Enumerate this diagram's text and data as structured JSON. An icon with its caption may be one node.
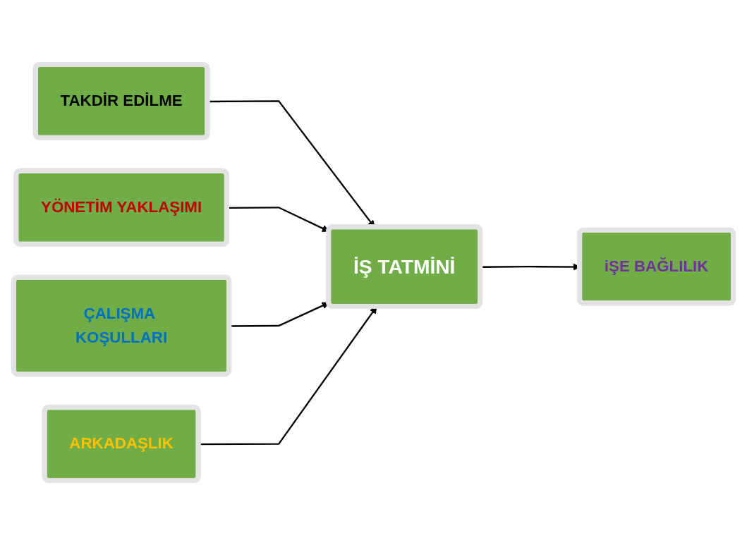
{
  "diagram": {
    "nodes": [
      {
        "text": [
          "TAKDİR EDİLME"
        ]
      },
      {
        "text": [
          "YÖNETİM YAKLAŞIMI"
        ]
      },
      {
        "text": [
          "ÇALIŞMA KOŞULLARI"
        ]
      },
      {
        "text": [
          "ARKADAŞLIK"
        ]
      },
      {
        "text": [
          "İŞ TATMİNİ"
        ]
      },
      {
        "text": [
          "iŞE BAĞLILIK"
        ]
      }
    ],
    "edges": [
      {
        "from": 0,
        "to": 4,
        "arrow": "to"
      },
      {
        "from": 1,
        "to": 4,
        "arrow": "to"
      },
      {
        "from": 2,
        "to": 4,
        "arrow": "to"
      },
      {
        "from": 3,
        "to": 4,
        "arrow": "to"
      },
      {
        "from": 4,
        "to": 5,
        "arrow": "to"
      }
    ]
  }
}
